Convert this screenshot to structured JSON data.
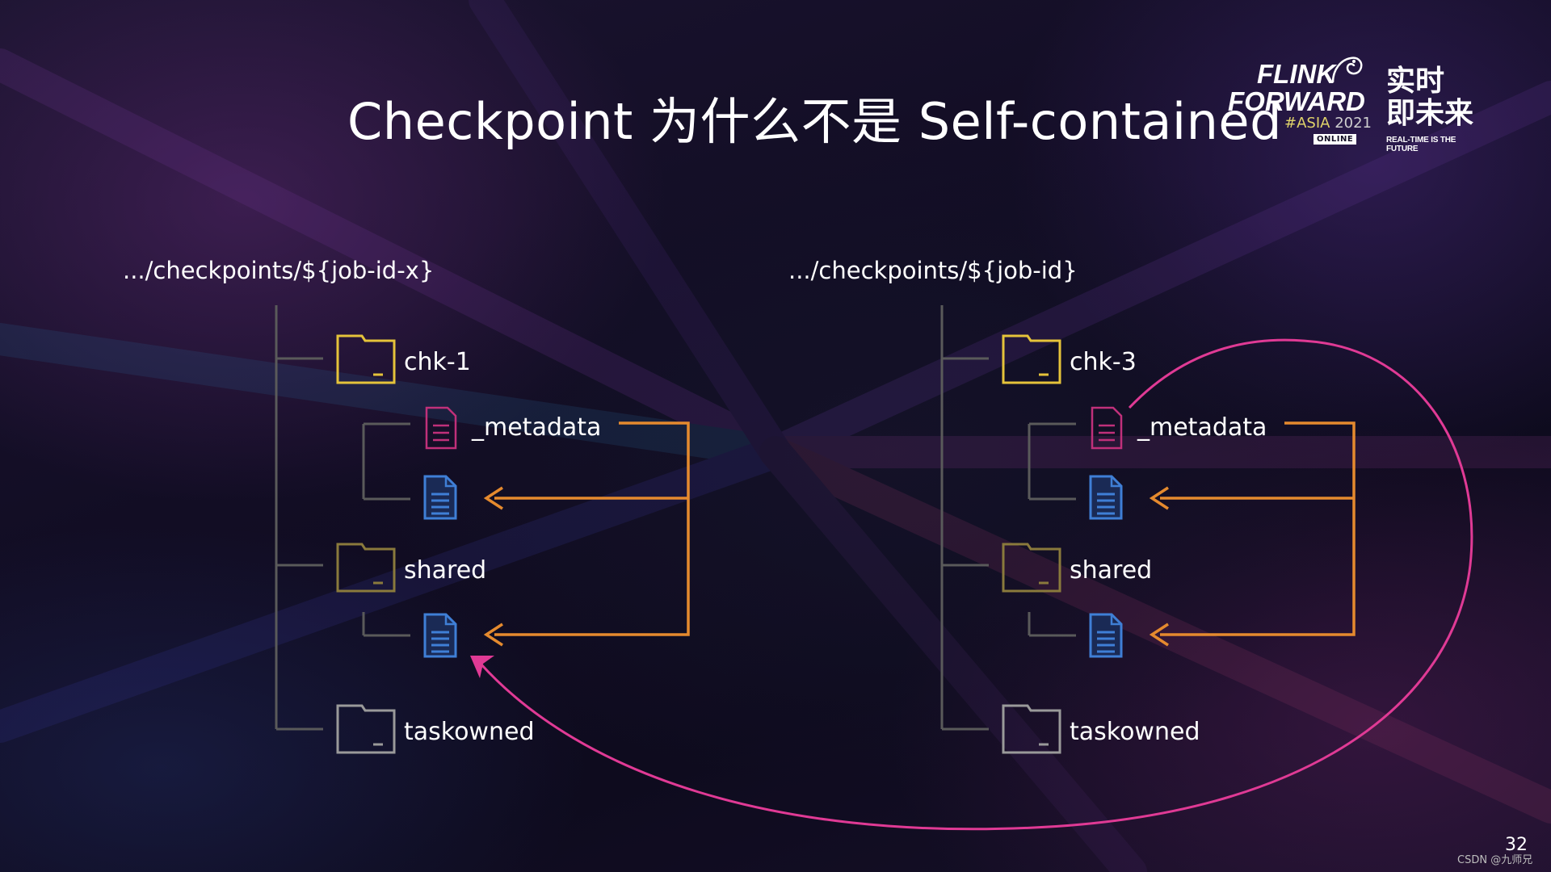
{
  "slide": {
    "title": "Checkpoint 为什么不是 Self-contained",
    "page_number": "32",
    "watermark": "CSDN @九师兄"
  },
  "logo": {
    "line1": "FLINK",
    "line2": "FORWARD",
    "edition_hash": "#ASIA",
    "edition_year": "2021",
    "online": "ONLINE",
    "cn_line1": "实时",
    "cn_line2": "即未来",
    "tagline": "REAL-TIME IS THE FUTURE"
  },
  "left_tree": {
    "root_path": ".../checkpoints/${job-id-x}",
    "chk_folder": "chk-1",
    "metadata_file": "_metadata",
    "shared_folder": "shared",
    "taskowned_folder": "taskowned"
  },
  "right_tree": {
    "root_path": ".../checkpoints/${job-id}",
    "chk_folder": "chk-3",
    "metadata_file": "_metadata",
    "shared_folder": "shared",
    "taskowned_folder": "taskowned"
  },
  "colors": {
    "chk_folder": "#e5c33a",
    "shared_folder": "#8a7a3c",
    "taskowned_folder": "#9a9a9a",
    "metadata_icon": "#c0307a",
    "data_file_icon": "#3f7fd6",
    "reference_arrow": "#e58a2e",
    "cross_reference_arrow": "#e03a95",
    "tree_lines": "#5a5a5a"
  }
}
